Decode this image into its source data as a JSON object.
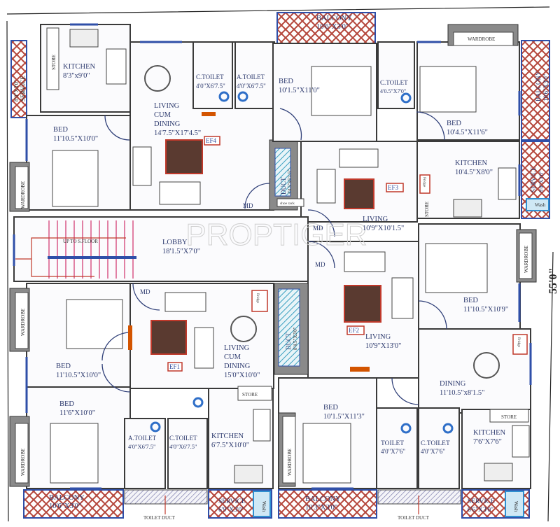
{
  "watermark": "PROPTIGER",
  "overall_dimension": "55'0\"",
  "lobby": {
    "name": "LOBBY",
    "dim": "18'1.5\"X7'0\"",
    "stairs_label": "UP TO S.FLOOR"
  },
  "unit_top_left": {
    "service": {
      "name": "SERVICE",
      "dim": "8'0\"X3'0\""
    },
    "kitchen": {
      "name": "KITCHEN",
      "dim": "8'3\"x9'0\""
    },
    "store": "STORE",
    "living": {
      "name1": "LIVING",
      "name2": "CUM",
      "name3": "DINING",
      "dim": "14'7.5\"X17'4.5\""
    },
    "c_toilet": {
      "name": "C.TOILET",
      "dim": "4'0\"X6'7.5\""
    },
    "a_toilet": {
      "name": "A.TOILET",
      "dim": "4'0\"X6'7.5\""
    },
    "bed": {
      "name": "BED",
      "dim": "11'10.5\"X10'0\""
    },
    "wardrobe": "WARDROBE",
    "ef": "EF4",
    "md": "MD",
    "duct": {
      "name": "DUCT",
      "dim": "3'4.5\"x5'1.5\""
    },
    "shoe_rack": "shoe rack"
  },
  "unit_top_right": {
    "balcony": {
      "name": "BALCONY",
      "dim": "10'6\"X3'0\""
    },
    "bed1": {
      "name": "BED",
      "dim": "10'1.5\"X11'0\""
    },
    "c_toilet": {
      "name": "C.TOILET",
      "dim": "4'0.5\"X7'0\""
    },
    "wardrobe": "WARDROBE",
    "bed2": {
      "name": "BED",
      "dim": "10'4.5\"X11'6\""
    },
    "balcony2": {
      "name": "BALCONY",
      "dim": "10'6\"X3'0\""
    },
    "kitchen": {
      "name": "KITCHEN",
      "dim": "10'4.5\"X8'0\""
    },
    "service": {
      "name": "SERVICE",
      "dim": "8'0\"X3'0\""
    },
    "wash": "Wash",
    "fridge": "Fridge",
    "store": "STORE",
    "living": {
      "name": "LIVING",
      "dim": "10'9\"X10'1.5\""
    },
    "ef": "EF3",
    "md": "MD"
  },
  "unit_bottom_left": {
    "md": "MD",
    "bed1": {
      "name": "BED",
      "dim": "11'10.5\"X10'0\""
    },
    "wardrobe1": "WARDROBE",
    "ef": "EF1",
    "living": {
      "name1": "LIVING",
      "name2": "CUM",
      "name3": "DINING",
      "dim": "15'0\"X10'0\""
    },
    "fridge": "Fridge",
    "store": "STORE",
    "bed2": {
      "name": "BED",
      "dim": "11'6\"X10'0\""
    },
    "wardrobe2": "WARDROBE",
    "a_toilet": {
      "name": "A.TOILET",
      "dim": "4'0\"X6'7.5\""
    },
    "c_toilet": {
      "name": "C.TOILET",
      "dim": "4'0\"X6'7.5\""
    },
    "kitchen": {
      "name": "KITCHEN",
      "dim": "6'7.5\"X10'0\""
    },
    "balcony": {
      "name": "BALCONY",
      "dim": "10'6\"X3'0\""
    },
    "toilet_duct": "TOILET DUCT",
    "service": {
      "name": "SERVICE",
      "dim": "6'9\"X3'0\""
    },
    "wash": "Wash"
  },
  "unit_bottom_right": {
    "md": "MD",
    "duct": {
      "name": "DUCT",
      "dim": "8'4.5\"X3'0\""
    },
    "ef": "EF2",
    "living": {
      "name": "LIVING",
      "dim": "10'9\"X13'0\""
    },
    "bed1": {
      "name": "BED",
      "dim": "11'10.5\"X10'9\""
    },
    "wardrobe1": "WARDROBE",
    "fridge": "Fridge",
    "dining": {
      "name": "DINING",
      "dim": "11'10.5\"x8'1.5\""
    },
    "bed2": {
      "name": "BED",
      "dim": "10'1.5\"X11'3\""
    },
    "wardrobe2": "WARDROBE",
    "toilet": {
      "name": "TOILET",
      "dim": "4'0\"X7'6\""
    },
    "c_toilet": {
      "name": "C.TOILET",
      "dim": "4'0\"X7'6\""
    },
    "kitchen": {
      "name": "KITCHEN",
      "dim": "7'6\"X7'6\""
    },
    "store": "STORE",
    "balcony": {
      "name": "BALCONY",
      "dim": "10'3\"X3'0\""
    },
    "toilet_duct": "TOILET DUCT",
    "service": {
      "name": "SERVICE",
      "dim": "6'6\"X3'0\""
    },
    "wash": "Wash"
  }
}
